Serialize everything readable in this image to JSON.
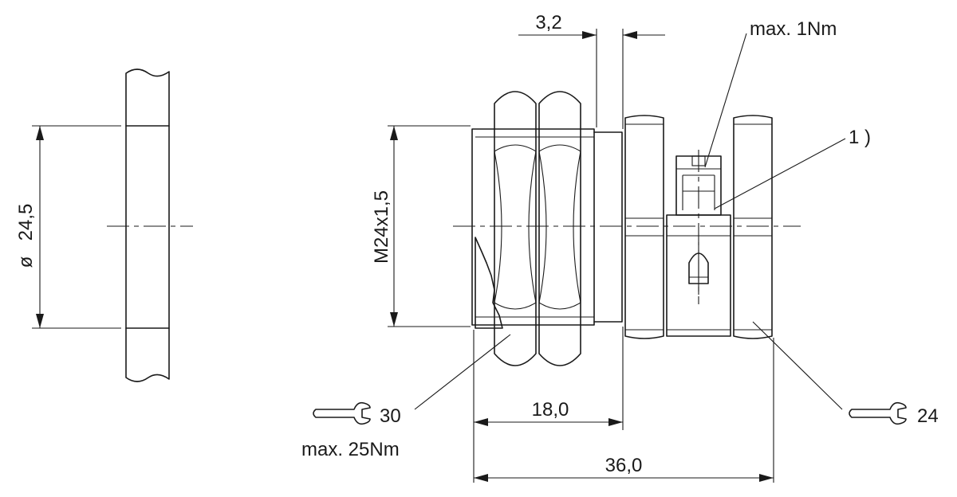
{
  "labels": {
    "dim_gap": "3,2",
    "torque_screw": "max. 1Nm",
    "note_ref": "1 )",
    "dim_diameter": "24,5",
    "diameter_symbol": "ø",
    "thread": "M24x1,5",
    "wrench_left": "30",
    "torque_left": "max. 25Nm",
    "dim_thread_len": "18,0",
    "dim_total_len": "36,0",
    "wrench_right": "24"
  },
  "icons": {
    "wrench": "open-end-wrench-icon"
  }
}
